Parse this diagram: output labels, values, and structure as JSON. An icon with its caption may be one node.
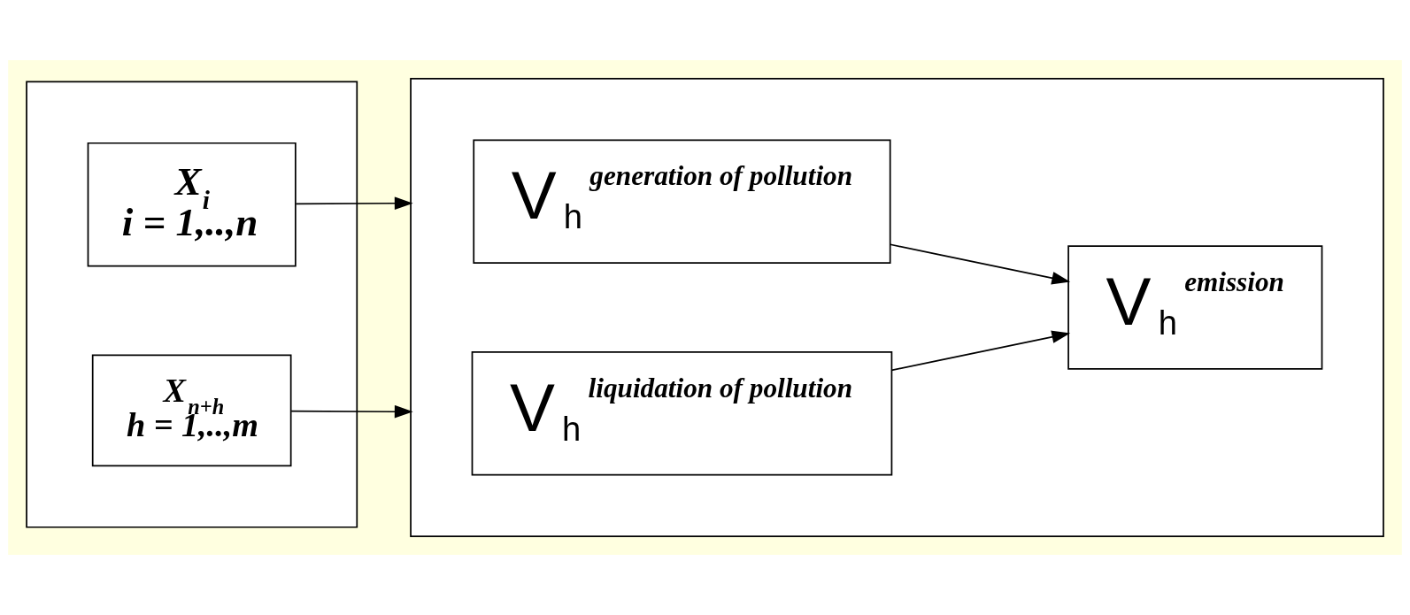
{
  "diagram": {
    "nodes": [
      {
        "text": [],
        "shape": "box"
      },
      {
        "text": [
          "X$_{i}$",
          "i = 1,..,n"
        ],
        "in": 0
      },
      {
        "text": [
          "X$_{n+h}$",
          "h = 1,..,m"
        ],
        "in": 0
      },
      {
        "text": [],
        "shape": "box"
      },
      {
        "text": [
          "V$_{h}$$^{generation of pollution}$"
        ],
        "in": 3
      },
      {
        "text": [
          "V$_{h}$$^{liquidation of pollution}$"
        ],
        "in": 3
      },
      {
        "text": [
          "V$_{h}$$^{emission}$"
        ],
        "in": 3
      }
    ],
    "edges": [
      {
        "from": 1,
        "to": 3,
        "arrow": "to"
      },
      {
        "from": 2,
        "to": 3,
        "arrow": "to"
      },
      {
        "from": 4,
        "to": 6,
        "arrow": "to"
      },
      {
        "from": 5,
        "to": 6,
        "arrow": "to"
      }
    ]
  }
}
